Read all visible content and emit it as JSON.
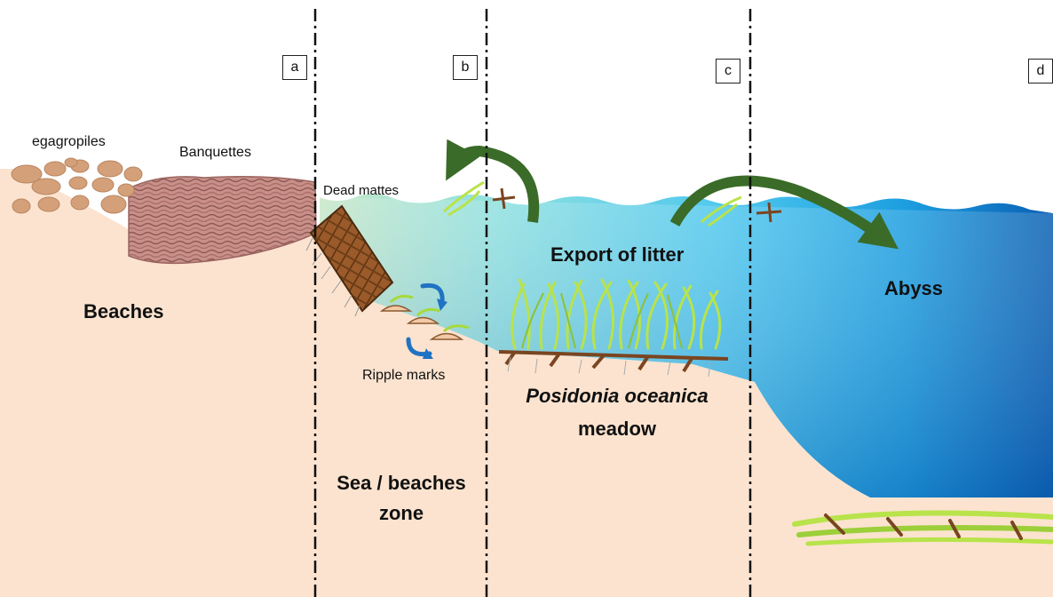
{
  "panels": [
    "a",
    "b",
    "c",
    "d"
  ],
  "labels": {
    "egagropiles": "egagropiles",
    "banquettes": "Banquettes",
    "dead_mattes": "Dead mattes",
    "beaches": "Beaches",
    "ripple_marks": "Ripple marks",
    "sea_beaches_zone_line1": "Sea / beaches",
    "sea_beaches_zone_line2": "zone",
    "export_of_litter": "Export of litter",
    "posidonia_line1": "Posidonia oceanica",
    "posidonia_line2": "meadow",
    "abyss": "Abyss"
  },
  "colors": {
    "sand": "#fbe3cf",
    "sea_light": "#b9ecef",
    "sea_deep": "#0a63b5",
    "banquette": "#c98f86",
    "egagropile": "#d6a079",
    "matte": "#8a4d22",
    "seagrass": "#b8e34a",
    "arrow_green": "#3a6b28",
    "arrow_blue": "#1f73c2"
  },
  "icons": [
    "curved-export-arrow",
    "circular-ripple-arrow",
    "seagrass-fragment"
  ]
}
